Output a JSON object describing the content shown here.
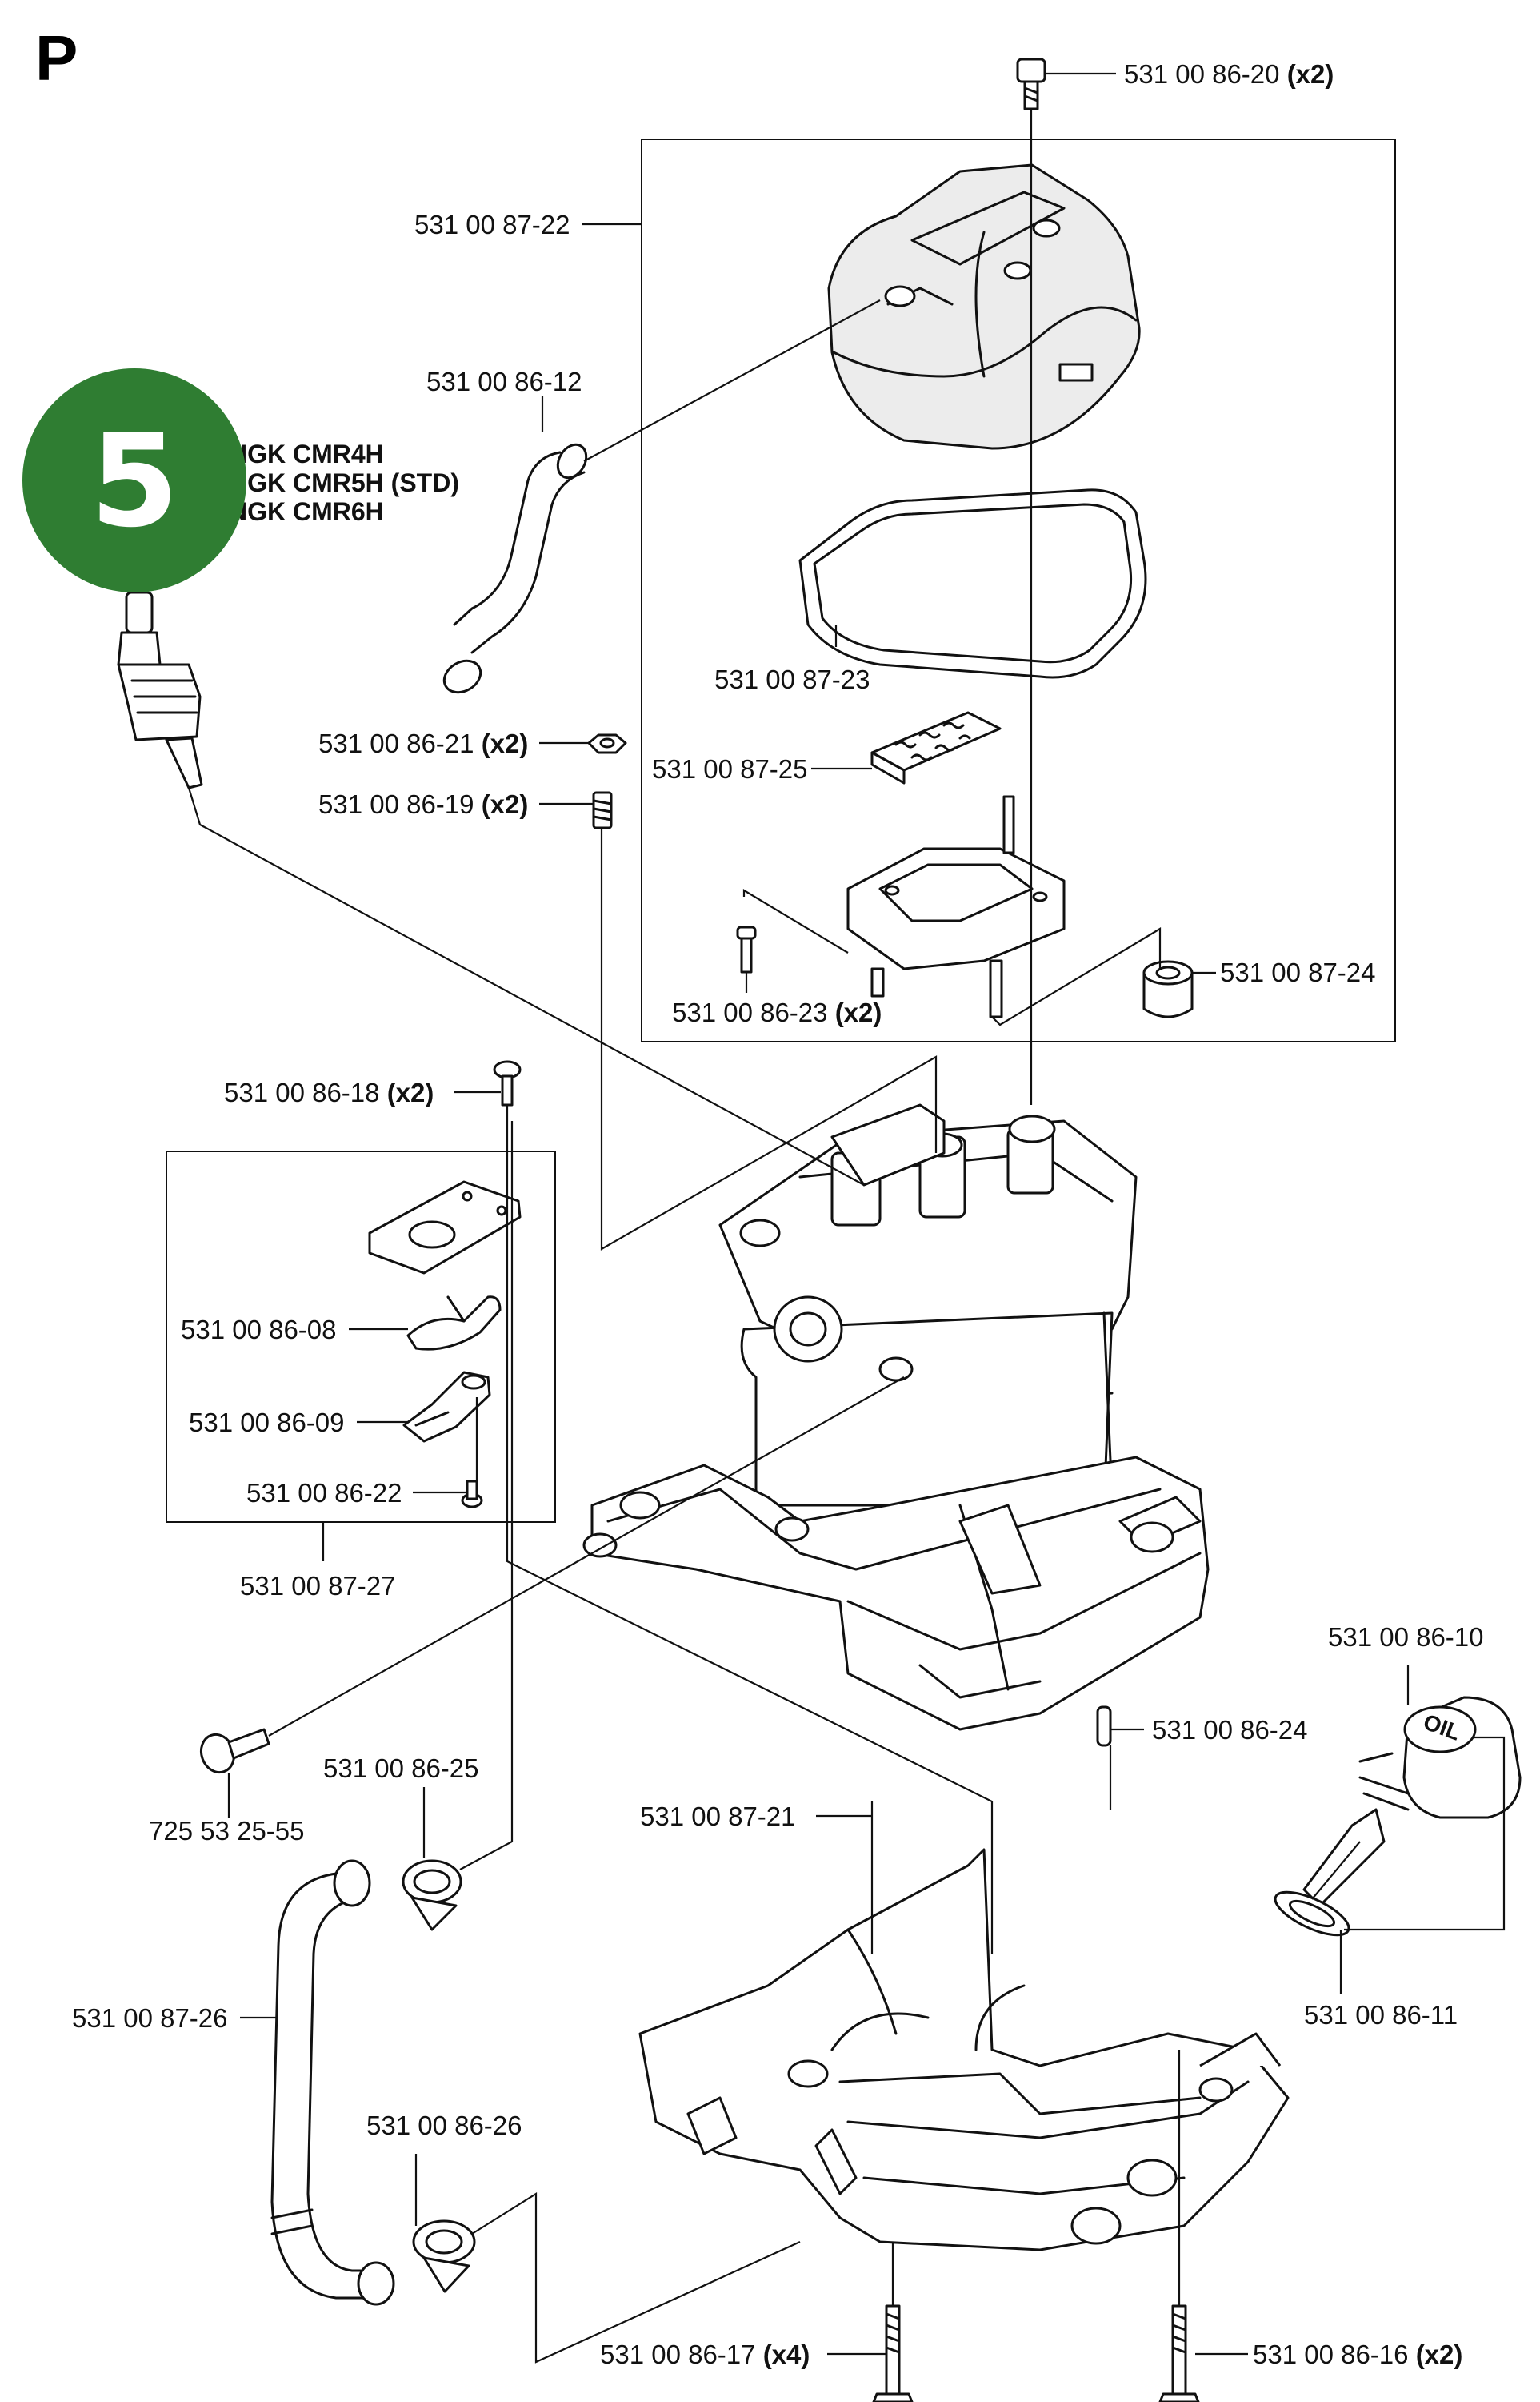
{
  "section_letter": "P",
  "badge_number": "5",
  "colors": {
    "badge": "#2f7d32",
    "line": "#111111"
  },
  "spark_plug_options": [
    "NGK CMR4H",
    "NGK CMR5H (STD)",
    "NGK CMR6H"
  ],
  "labels": {
    "l_862020": {
      "part": "531 00 86-20",
      "qty": "(x2)"
    },
    "l_878722": {
      "part": "531 00 87-22"
    },
    "l_868612": {
      "part": "531 00 86-12"
    },
    "l_878723": {
      "part": "531 00 87-23"
    },
    "l_868621": {
      "part": "531 00 86-21",
      "qty": "(x2)"
    },
    "l_878725": {
      "part": "531 00 87-25"
    },
    "l_868619": {
      "part": "531 00 86-19",
      "qty": "(x2)"
    },
    "l_878724": {
      "part": "531 00 87-24"
    },
    "l_868623": {
      "part": "531 00 86-23",
      "qty": "(x2)"
    },
    "l_868618": {
      "part": "531 00 86-18",
      "qty": "(x2)"
    },
    "l_868608": {
      "part": "531 00 86-08"
    },
    "l_868609": {
      "part": "531 00 86-09"
    },
    "l_868622": {
      "part": "531 00 86-22"
    },
    "l_878727": {
      "part": "531 00 87-27"
    },
    "l_868610": {
      "part": "531 00 86-10"
    },
    "l_868624": {
      "part": "531 00 86-24"
    },
    "l_725355": {
      "part": "725 53 25-55"
    },
    "l_868625": {
      "part": "531 00 86-25"
    },
    "l_878721": {
      "part": "531 00 87-21"
    },
    "l_868611": {
      "part": "531 00 86-11"
    },
    "l_878726": {
      "part": "531 00 87-26"
    },
    "l_868626": {
      "part": "531 00 86-26"
    },
    "l_868617": {
      "part": "531 00 86-17",
      "qty": "(x4)"
    },
    "l_868616": {
      "part": "531 00 86-16",
      "qty": "(x2)"
    }
  },
  "oil_cap_text": "OIL"
}
